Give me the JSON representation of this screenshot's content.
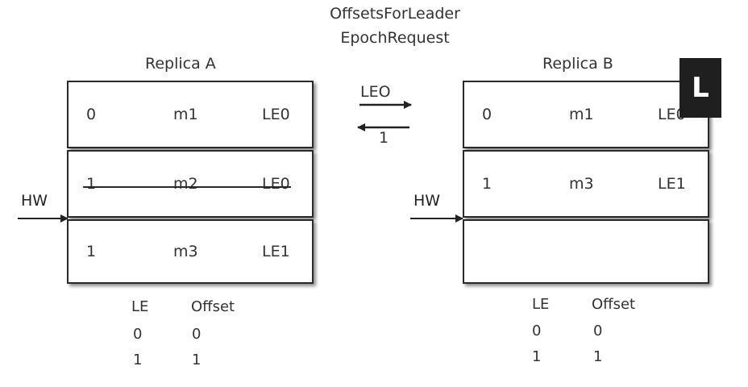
{
  "request": {
    "line1": "OffsetsForLeader",
    "line2": "EpochRequest"
  },
  "exchange": {
    "send_label": "LEO",
    "reply_label": "1"
  },
  "replica_a": {
    "title": "Replica A",
    "hw_label": "HW",
    "rows": [
      {
        "offset": "0",
        "message": "m1",
        "epoch": "LE0",
        "struck": false
      },
      {
        "offset": "1",
        "message": "m2",
        "epoch": "LE0",
        "struck": true
      },
      {
        "offset": "1",
        "message": "m3",
        "epoch": "LE1",
        "struck": false
      }
    ],
    "table": {
      "headers": [
        "LE",
        "Offset"
      ],
      "rows": [
        [
          "0",
          "0"
        ],
        [
          "1",
          "1"
        ]
      ]
    }
  },
  "replica_b": {
    "title": "Replica B",
    "hw_label": "HW",
    "leader_badge": "L",
    "rows": [
      {
        "offset": "0",
        "message": "m1",
        "epoch": "LE0"
      },
      {
        "offset": "1",
        "message": "m3",
        "epoch": "LE1"
      },
      {
        "offset": "",
        "message": "",
        "epoch": ""
      }
    ],
    "table": {
      "headers": [
        "LE",
        "Offset"
      ],
      "rows": [
        [
          "0",
          "0"
        ],
        [
          "1",
          "1"
        ]
      ]
    }
  }
}
